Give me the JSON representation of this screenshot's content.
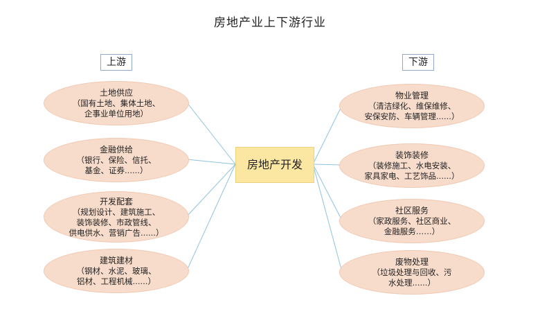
{
  "title": "房地产业上下游行业",
  "upstream_label": "上游",
  "downstream_label": "下游",
  "center_label": "房地产开发",
  "upstream": [
    {
      "title": "土地供应",
      "lines": [
        "（国有土地、集体土地、",
        "企事业单位用地）"
      ]
    },
    {
      "title": "金融供给",
      "lines": [
        "（银行、保险、信托、",
        "基金、证券......）"
      ]
    },
    {
      "title": "开发配套",
      "lines": [
        "（规划设计、建筑施工、",
        "装饰装修、市政管线、",
        "供电供水、营销广告......）"
      ]
    },
    {
      "title": "建筑建材",
      "lines": [
        "（钢材、水泥、玻璃、",
        "铝材、工程机械......）"
      ]
    }
  ],
  "downstream": [
    {
      "title": "物业管理",
      "lines": [
        "（清洁绿化、维保维修、",
        "安保安防、车辆管理......）"
      ]
    },
    {
      "title": "装饰装修",
      "lines": [
        "（装修施工、水电安装、",
        "家具家电、工艺饰品......）"
      ]
    },
    {
      "title": "社区服务",
      "lines": [
        "（家政服务、社区商业、",
        "金融服务……）"
      ]
    },
    {
      "title": "废物处理",
      "lines": [
        "（垃圾处理与回收、污",
        "水处理......）"
      ]
    }
  ],
  "colors": {
    "node_fill": "#f8dccb",
    "center_fill": "#fbe7a1",
    "connector": "#8ec3dd"
  }
}
